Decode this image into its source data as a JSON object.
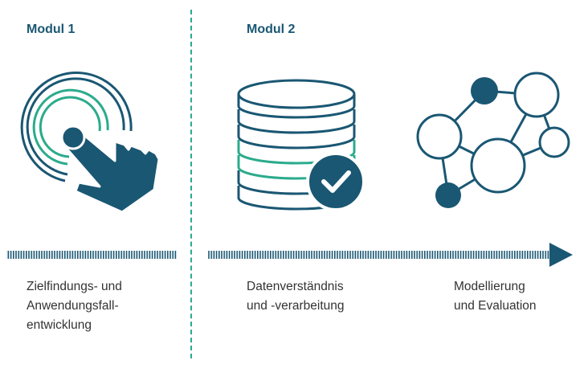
{
  "modules": [
    {
      "title": "Modul 1"
    },
    {
      "title": "Modul 2"
    }
  ],
  "steps": [
    {
      "label": "Zielfindungs- und\nAnwendungsfall-\nentwicklung",
      "icon": "touch-target-icon"
    },
    {
      "label": "Datenverständnis\nund -verarbeitung",
      "icon": "database-check-icon"
    },
    {
      "label": "Modellierung\nund Evaluation",
      "icon": "network-graph-icon"
    }
  ],
  "colors": {
    "primary": "#1a5773",
    "accent": "#2bab8c",
    "text": "#333333"
  }
}
